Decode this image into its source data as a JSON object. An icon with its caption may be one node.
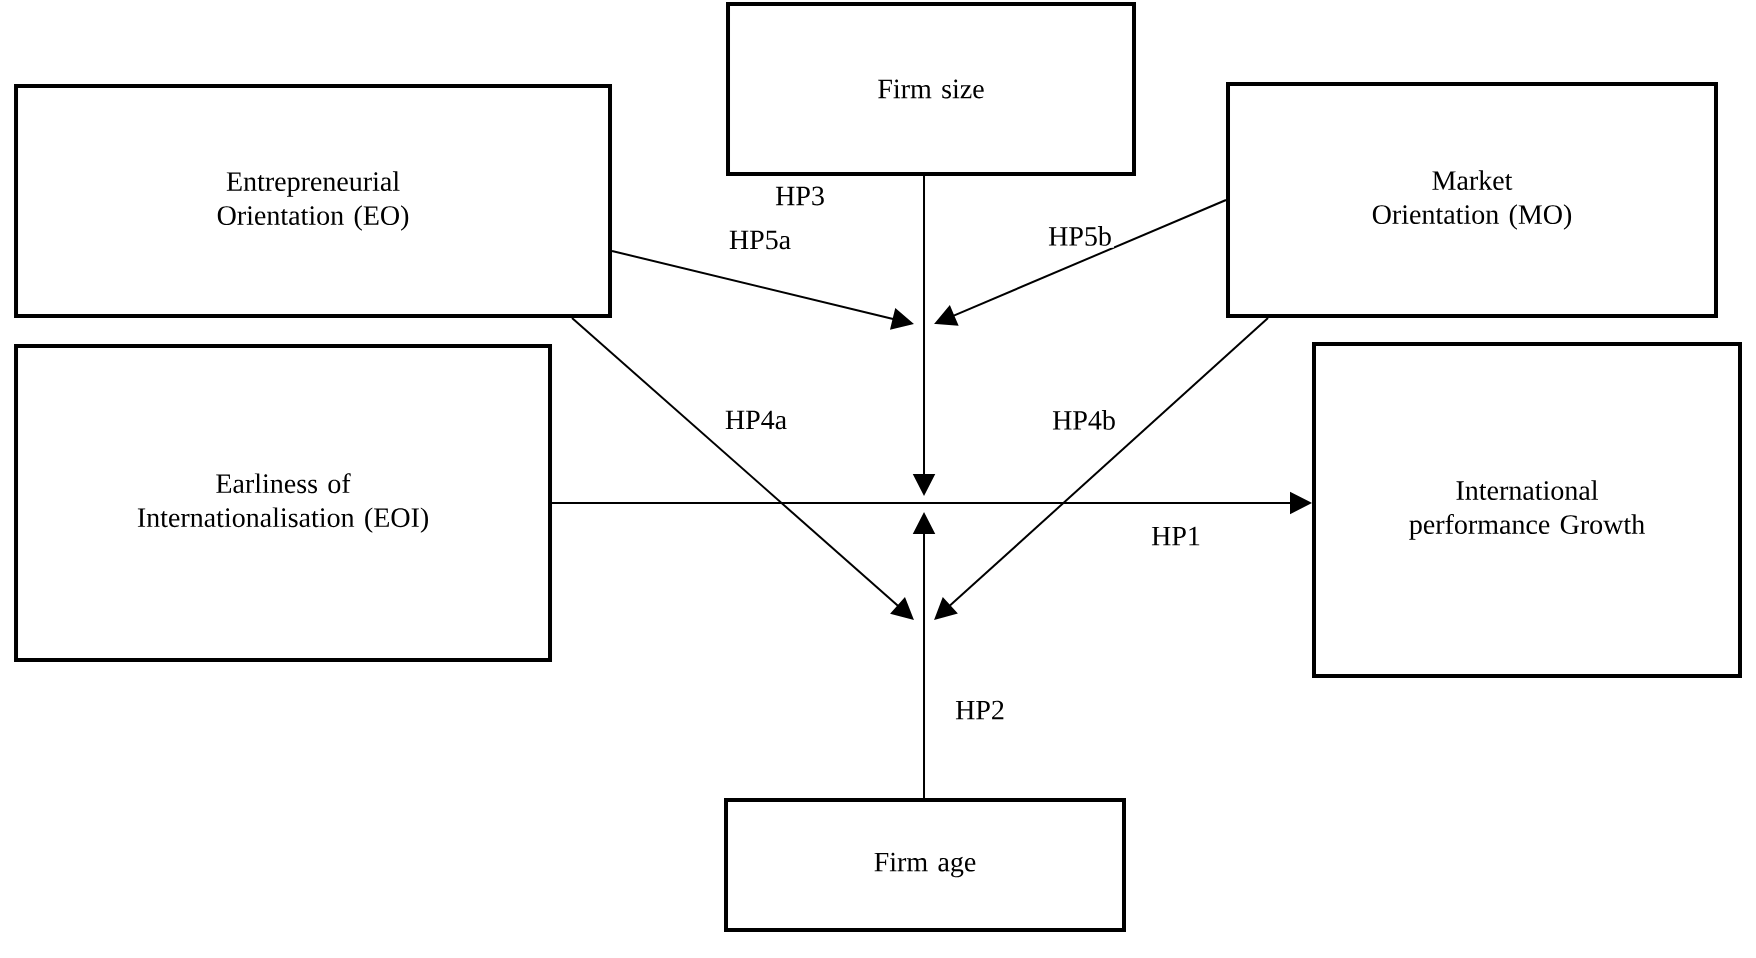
{
  "diagram": {
    "nodes": [
      {
        "text": [
          "Entrepreneurial Orientation (EO)"
        ]
      },
      {
        "text": [
          "Firm size"
        ]
      },
      {
        "text": [
          "Market Orientation (MO)"
        ]
      },
      {
        "text": [
          "Earliness of Internationalisation (EOI)"
        ]
      },
      {
        "text": [
          "International performance Growth"
        ]
      },
      {
        "text": [
          "Firm age"
        ]
      }
    ],
    "edges": [
      {
        "from": 1,
        "to": null,
        "arrow": "to",
        "label": "HP3"
      },
      {
        "from": 0,
        "to": null,
        "arrow": "to",
        "label": "HP5a"
      },
      {
        "from": 2,
        "to": null,
        "arrow": "to",
        "label": "HP5b"
      },
      {
        "from": 0,
        "to": null,
        "arrow": "to",
        "label": "HP4a"
      },
      {
        "from": 2,
        "to": null,
        "arrow": "to",
        "label": "HP4b"
      },
      {
        "from": 3,
        "to": 4,
        "arrow": "to",
        "label": "HP1"
      },
      {
        "from": 5,
        "to": null,
        "arrow": "to",
        "label": "HP2"
      }
    ]
  }
}
